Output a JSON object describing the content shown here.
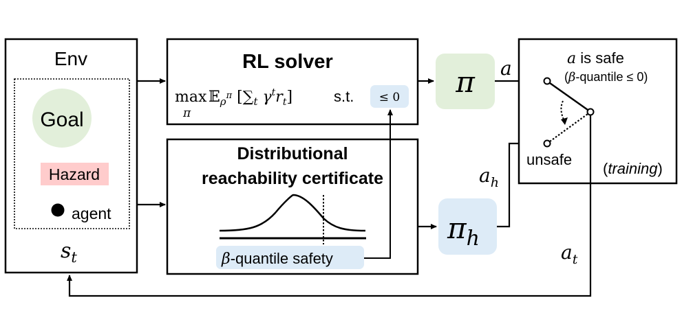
{
  "colors": {
    "goal_fill": "#e2efda",
    "hazard_fill": "#ffcccc",
    "pi_fill": "#e2efda",
    "pi_h_fill": "#ddebf7",
    "constraint_fill": "#ddebf7",
    "quantile_fill": "#ddebf7",
    "stroke": "#000000"
  },
  "env": {
    "title": "Env",
    "goal_label": "Goal",
    "hazard_label": "Hazard",
    "agent_label": "agent",
    "state_symbol": "s",
    "state_subscript": "t"
  },
  "rl_solver": {
    "title": "RL solver",
    "objective_max": "max",
    "objective_under": "π",
    "objective_expr": "𝔼",
    "objective_expr_sub": "ρ",
    "objective_expr_sup": "π",
    "objective_bracket": "[∑",
    "objective_sum_sub": "t",
    "objective_gamma": "γ",
    "objective_gamma_sup": "t",
    "objective_r": "r",
    "objective_r_sub": "t",
    "objective_close": "]",
    "st_label": "s.t.",
    "constraint_label": "≤ 0"
  },
  "certificate": {
    "title_line1": "Distributional",
    "title_line2": "reachability certificate",
    "quantile_symbol": "β",
    "quantile_label": "-quantile safety"
  },
  "policies": {
    "pi_label": "π",
    "pi_h_label": "π",
    "pi_h_subscript": "h"
  },
  "signals": {
    "a_label": "a",
    "a_h_label": "a",
    "a_h_subscript": "h",
    "a_t_label": "a",
    "a_t_subscript": "t"
  },
  "switch": {
    "safe_symbol": "a",
    "safe_label": " is safe",
    "condition_open": "(",
    "condition_symbol": "β",
    "condition_text": "-quantile ≤ 0)",
    "unsafe_label": "unsafe",
    "mode_open": "(",
    "mode_label": "training",
    "mode_close": ")"
  }
}
